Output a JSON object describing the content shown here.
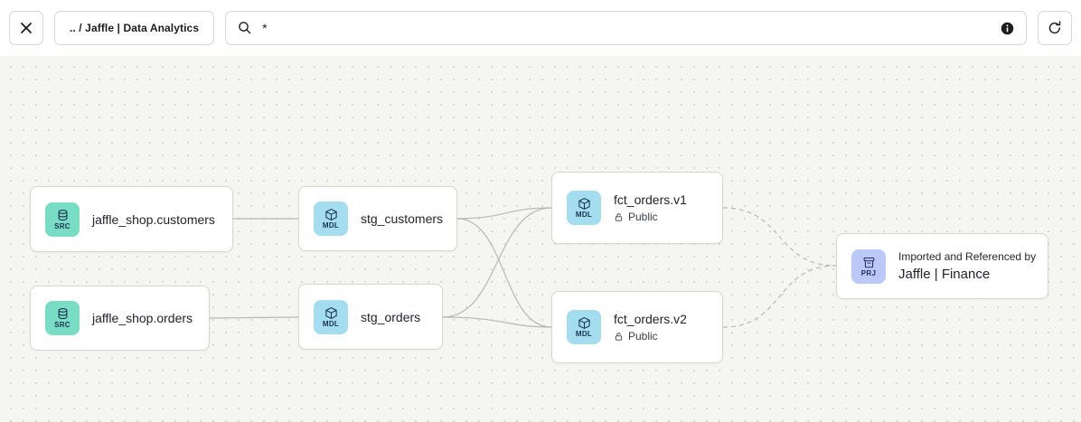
{
  "toolbar": {
    "breadcrumb": ".. / Jaffle | Data Analytics",
    "search_value": "*"
  },
  "colors": {
    "src_chip": "#79dcc4",
    "mdl_chip": "#a4dcf0",
    "prj_chip": "#bcc8f7",
    "edge": "#b7b7b5",
    "canvas_bg": "#f5f5f2"
  },
  "nodes": [
    {
      "id": "src-customers",
      "type": "SRC",
      "label": "jaffle_shop.customers"
    },
    {
      "id": "src-orders",
      "type": "SRC",
      "label": "jaffle_shop.orders"
    },
    {
      "id": "stg-customers",
      "type": "MDL",
      "label": "stg_customers"
    },
    {
      "id": "stg-orders",
      "type": "MDL",
      "label": "stg_orders"
    },
    {
      "id": "fct-orders-v1",
      "type": "MDL",
      "label": "fct_orders.v1",
      "badge": "Public"
    },
    {
      "id": "fct-orders-v2",
      "type": "MDL",
      "label": "fct_orders.v2",
      "badge": "Public"
    },
    {
      "id": "prj-finance",
      "type": "PRJ",
      "label": "Jaffle | Finance",
      "sublabel": "Imported and Referenced by"
    }
  ],
  "edges": [
    {
      "from": "jaffle_shop.customers",
      "to": "stg_customers",
      "style": "solid"
    },
    {
      "from": "jaffle_shop.orders",
      "to": "stg_orders",
      "style": "solid"
    },
    {
      "from": "stg_customers",
      "to": "fct_orders.v1",
      "style": "solid"
    },
    {
      "from": "stg_customers",
      "to": "fct_orders.v2",
      "style": "solid"
    },
    {
      "from": "stg_orders",
      "to": "fct_orders.v1",
      "style": "solid"
    },
    {
      "from": "stg_orders",
      "to": "fct_orders.v2",
      "style": "solid"
    },
    {
      "from": "fct_orders.v1",
      "to": "Jaffle | Finance",
      "style": "dashed"
    },
    {
      "from": "fct_orders.v2",
      "to": "Jaffle | Finance",
      "style": "dashed"
    }
  ]
}
